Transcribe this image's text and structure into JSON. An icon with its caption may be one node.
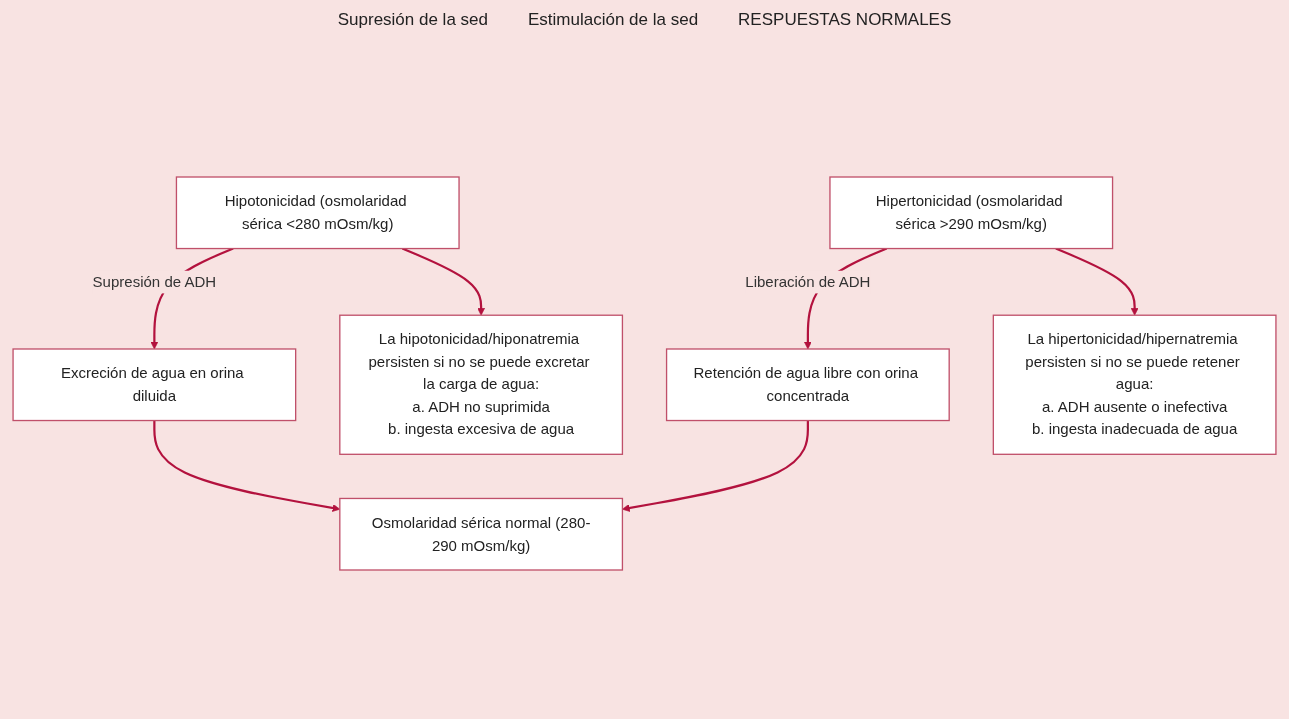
{
  "diagram": {
    "nodes": [
      {
        "text": [
          "Hipotonicidad (osmolaridad sérica <280 mOsm/kg)"
        ]
      },
      {
        "text": [
          "Osmolaridad sérica normal (280-290 mOsm/kg)"
        ]
      },
      {
        "text": [
          "Hipertonicidad (osmolaridad sérica >290 mOsm/kg)"
        ]
      },
      {
        "text": [
          "Excreción de agua en orina diluida"
        ]
      },
      {
        "text": [
          "Retención de agua libre con orina concentrada"
        ]
      },
      {
        "text": [
          "La hipotonicidad/hiponatremia persisten si no se puede excretar la carga de agua:",
          "a. ADH no suprimida",
          "b. ingesta excesiva de agua"
        ]
      },
      {
        "text": [
          "La hipertonicidad/hipernatremia persisten si no se puede retener agua:",
          "a. ADH ausente o inefectiva",
          "b. ingesta inadecuada de agua"
        ]
      }
    ],
    "edges": [
      {
        "from": 0,
        "to": 3,
        "arrow": "to",
        "label": "Supresión de ADH"
      },
      {
        "from": 0,
        "to": 5,
        "arrow": "to"
      },
      {
        "from": 3,
        "to": 1,
        "arrow": "to"
      },
      {
        "from": 2,
        "to": 4,
        "arrow": "to",
        "label": "Liberación de ADH"
      },
      {
        "from": 2,
        "to": 6,
        "arrow": "to"
      },
      {
        "from": 4,
        "to": 1,
        "arrow": "to"
      }
    ],
    "labels": [
      "Supresión de la sed",
      "Estimulación de la sed",
      "RESPUESTAS NORMALES"
    ]
  }
}
